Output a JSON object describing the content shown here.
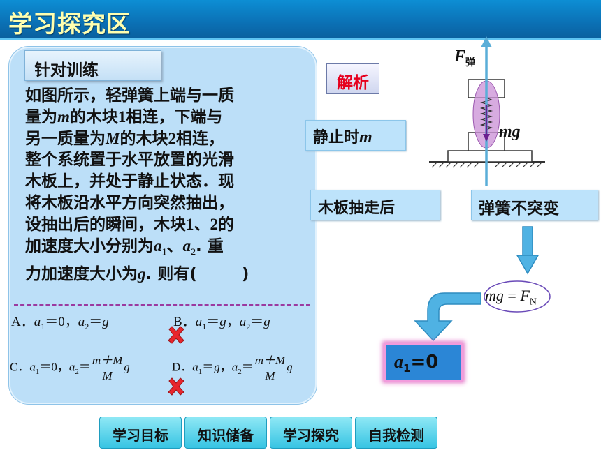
{
  "header": {
    "title": "学习探究区"
  },
  "problem": {
    "tag_label": "针对训练",
    "text": {
      "l1": "如图所示，轻弹簧上端与一质",
      "l2a": "量为",
      "l2m": "m",
      "l2b": "的木块",
      "l2n": "1",
      "l2c": "相连，下端与",
      "l3a": "另一质量为",
      "l3m": "M",
      "l3b": "的木块",
      "l3n": "2",
      "l3c": "相连，",
      "l4": "整个系统置于水平放置的光滑",
      "l5": "木板上，并处于静止状态．现",
      "l6": "将木板沿水平方向突然抽出，",
      "l7a": "设抽出后的瞬间，木块",
      "l7n1": "1",
      "l7b": "、",
      "l7n2": "2",
      "l7c": "的",
      "l8a": "加速度大小分别为",
      "l8v1": "a",
      "l8s1": "1",
      "l8b": "、",
      "l8v2": "a",
      "l8s2": "2",
      "l8c": ". 重",
      "l9a": "力加速度大小为",
      "l9g": "g",
      "l9b": ". 则有(        )"
    },
    "choices": {
      "a_letter": "A．",
      "a_v1": "a",
      "a_s1": "1",
      "a_e1": "＝0，",
      "a_v2": "a",
      "a_s2": "2",
      "a_e2": "＝",
      "a_r": "g",
      "b_letter": "B．",
      "b_v1": "a",
      "b_s1": "1",
      "b_e1": "＝",
      "b_r1": "g",
      "b_c": "，",
      "b_v2": "a",
      "b_s2": "2",
      "b_e2": "＝",
      "b_r2": "g",
      "c_letter": "C．",
      "c_v1": "a",
      "c_s1": "1",
      "c_e1": "＝0，",
      "c_v2": "a",
      "c_s2": "2",
      "c_e2": "＝",
      "c_num": "m＋M",
      "c_den": "M",
      "c_g": "g",
      "d_letter": "D．",
      "d_v1": "a",
      "d_s1": "1",
      "d_e1": "＝",
      "d_r1": "g",
      "d_c": "，",
      "d_v2": "a",
      "d_s2": "2",
      "d_e2": "＝",
      "d_num": "m＋M",
      "d_den": "M",
      "d_g": "g"
    }
  },
  "analysis": {
    "tag_label": "解析",
    "static_label": "静止时",
    "static_var": "m",
    "board_removed_label": "木板抽走后",
    "spring_label": "弹簧不突变",
    "eq_left": "mg",
    "eq_sign": " = ",
    "eq_right": "F",
    "eq_sub": "N",
    "result_var": "a",
    "result_sub": "1",
    "result_val": "=0"
  },
  "diagram": {
    "force_up_label": "F",
    "force_up_sub": "弹",
    "force_down_label": "mg",
    "arrow_color": "#5aaed8",
    "down_arrow_color": "#6b1f8f",
    "highlight_color": "#c98fd6"
  },
  "nav": {
    "btn1": "学习目标",
    "btn2": "知识储备",
    "btn3": "学习探究",
    "btn4": "自我检测"
  },
  "colors": {
    "accent": "#0b6fb3",
    "title": "#ffffb0",
    "panel": "#bcdff8",
    "dash": "#9b3aa0",
    "error": "#e8262d"
  }
}
